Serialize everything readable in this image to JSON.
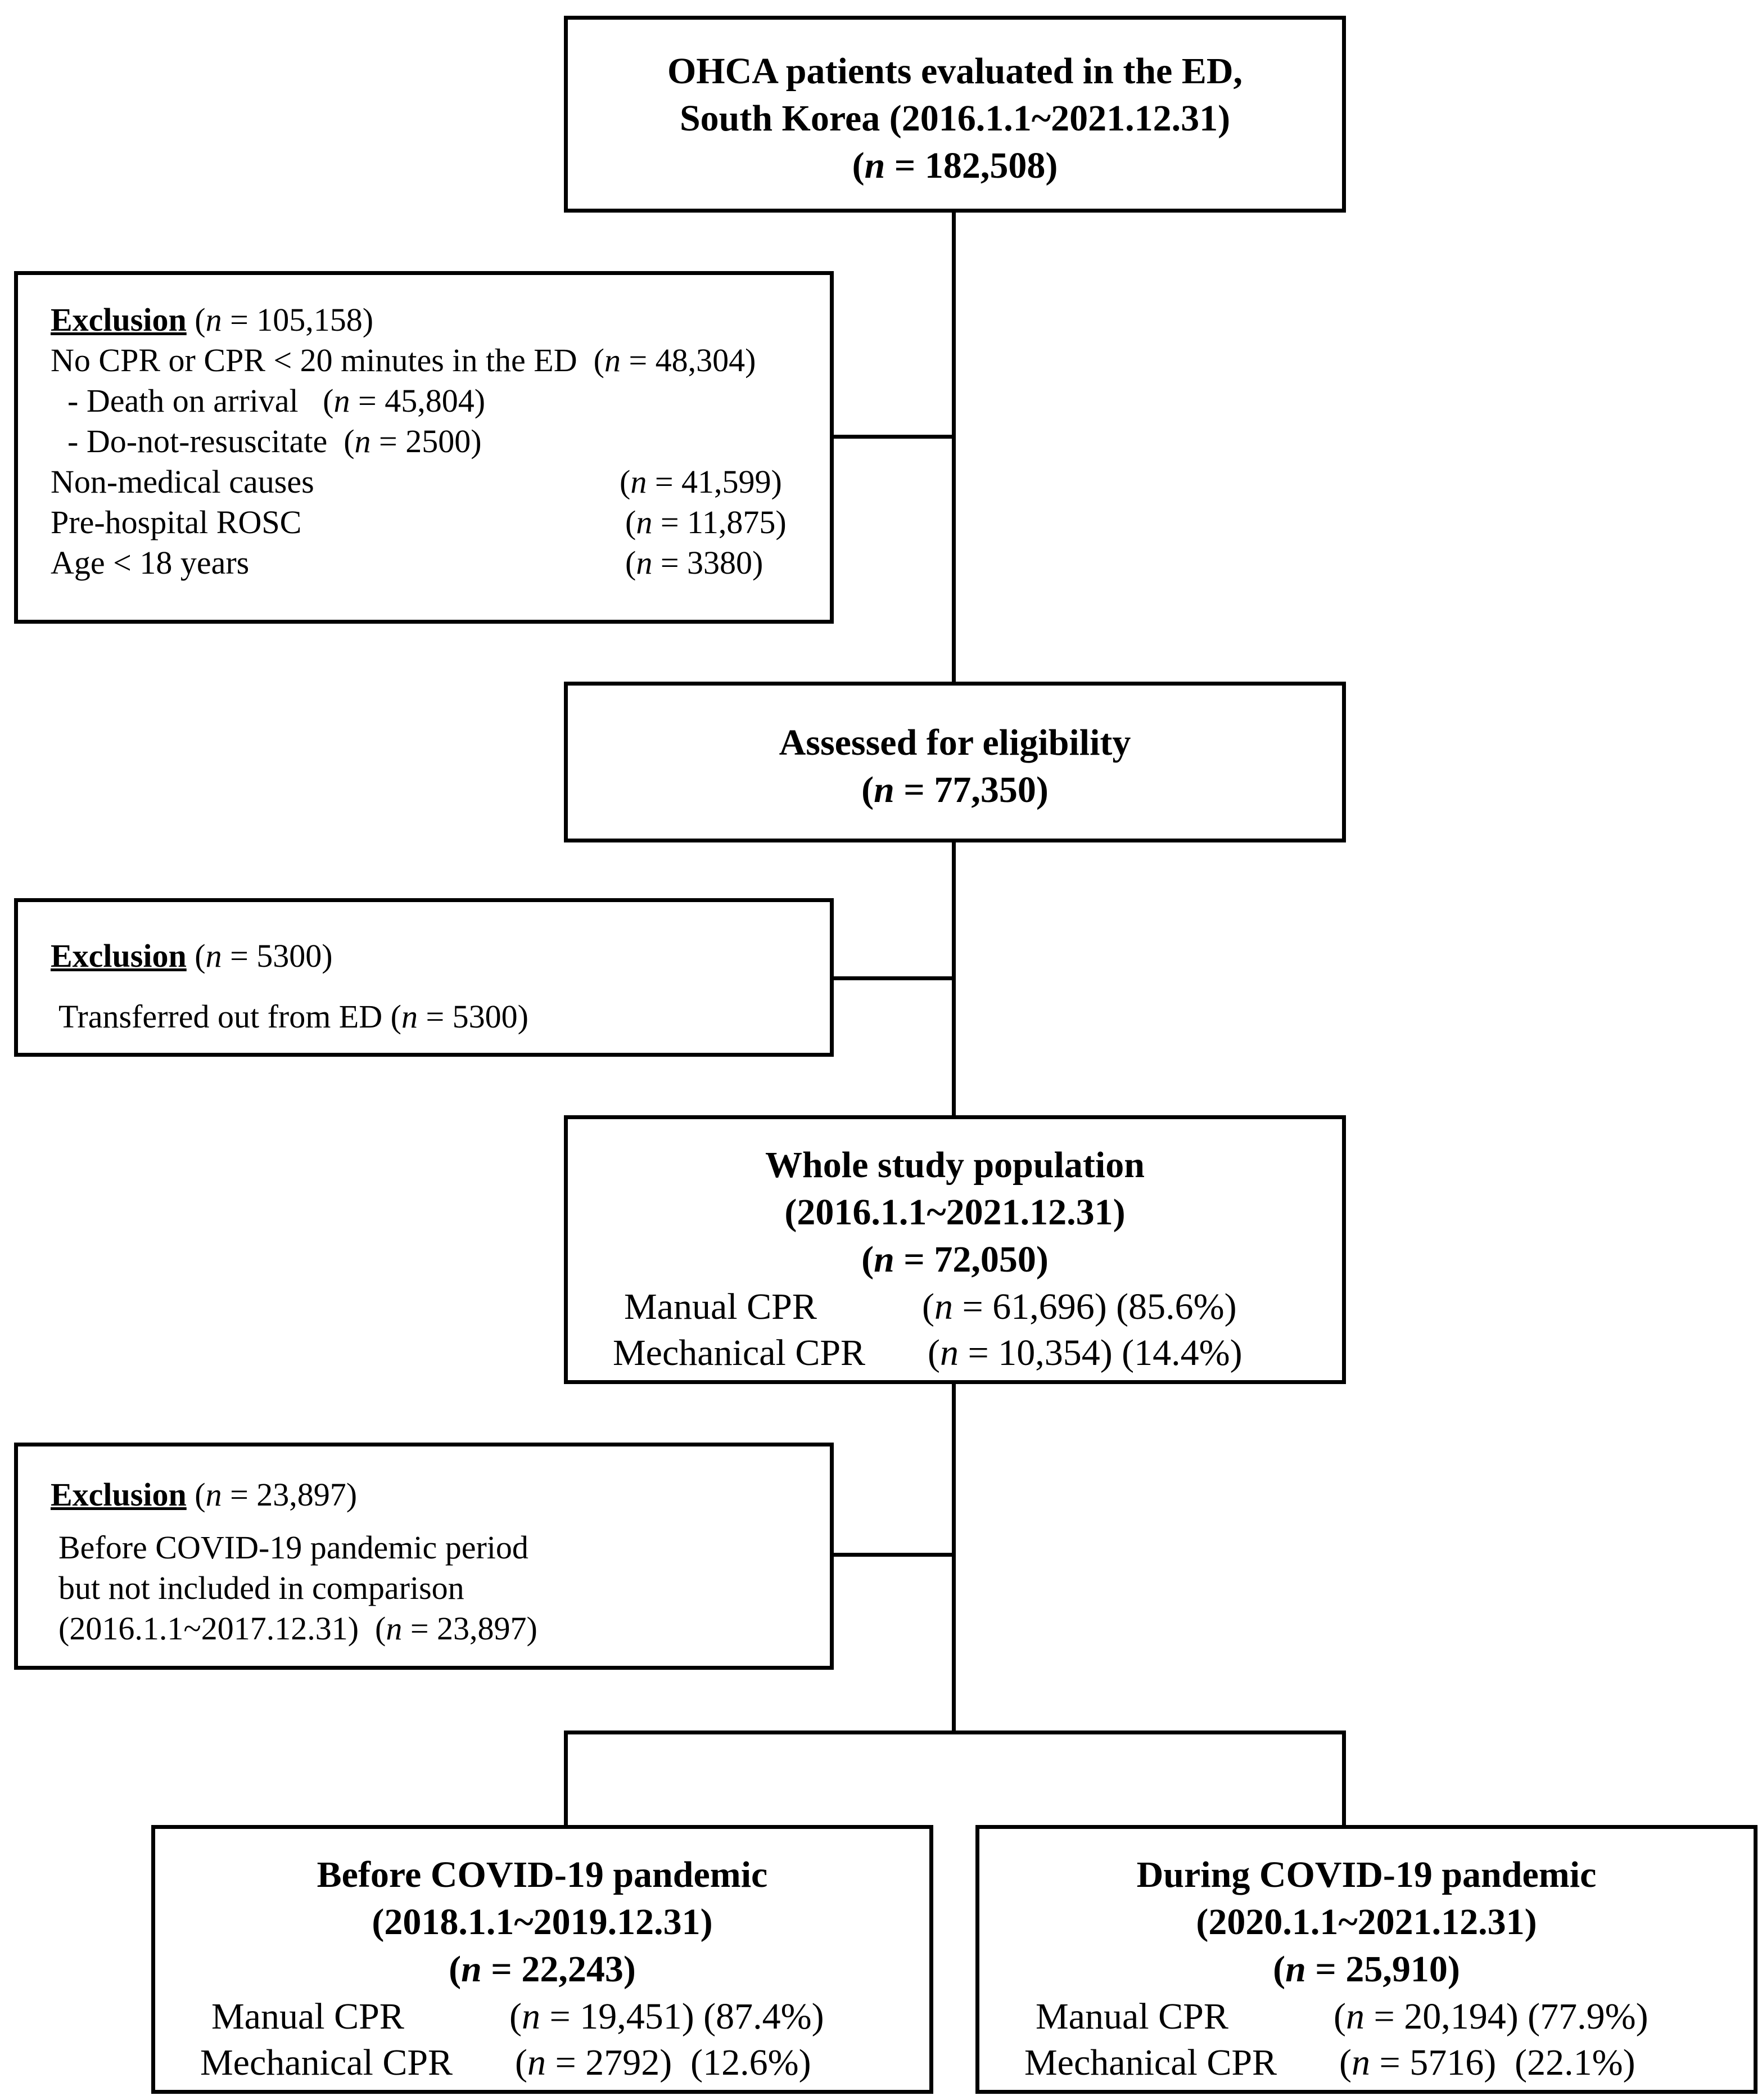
{
  "top_box": {
    "line1": "OHCA patients evaluated in the ED,",
    "line2": "South Korea (2016.1.1~2021.12.31)",
    "n_prefix": "(",
    "n_letter": "n",
    "n_value": " = 182,508)"
  },
  "exclusion1": {
    "title": "Exclusion",
    "title_n": " = 105,158)",
    "no_cpr": "No CPR or CPR < 20 minutes in the ED",
    "no_cpr_n": " = 48,304)",
    "doa": "- Death on arrival",
    "doa_n": " = 45,804)",
    "dnr": "- Do-not-resuscitate",
    "dnr_n": " = 2500)",
    "nonmed": "Non-medical causes",
    "nonmed_n": " = 41,599)",
    "rosc": "Pre-hospital ROSC",
    "rosc_n": " = 11,875)",
    "age": "Age < 18 years",
    "age_n": " = 3380)"
  },
  "eligibility_box": {
    "line1": "Assessed for eligibility",
    "n_value": " = 77,350)"
  },
  "exclusion2": {
    "title": "Exclusion",
    "title_n": " = 5300)",
    "transferred": "Transferred out from ED",
    "transferred_n": " = 5300)"
  },
  "whole_box": {
    "line1": "Whole study population",
    "line2": "(2016.1.1~2021.12.31)",
    "n_value": " = 72,050)",
    "manual_label": "Manual CPR",
    "manual_n": " = 61,696) (85.6%)",
    "mech_label": "Mechanical CPR",
    "mech_n": " = 10,354) (14.4%)"
  },
  "exclusion3": {
    "title": "Exclusion",
    "title_n": " = 23,897)",
    "line1": "Before COVID-19 pandemic period",
    "line2": "but not included in comparison",
    "line3": "(2016.1.1~2017.12.31)",
    "line3_n": " = 23,897)"
  },
  "before_box": {
    "line1": "Before COVID-19 pandemic",
    "line2": "(2018.1.1~2019.12.31)",
    "n_value": " = 22,243)",
    "manual_label": "Manual CPR",
    "manual_n": " = 19,451) (87.4%)",
    "mech_label": "Mechanical CPR",
    "mech_n": " = 2792)  (12.6%)"
  },
  "during_box": {
    "line1": "During COVID-19 pandemic",
    "line2": "(2020.1.1~2021.12.31)",
    "n_value": " = 25,910)",
    "manual_label": "Manual CPR",
    "manual_n": " = 20,194) (77.9%)",
    "mech_label": "Mechanical CPR",
    "mech_n": " = 5716)  (22.1%)"
  },
  "n_letter": "n"
}
